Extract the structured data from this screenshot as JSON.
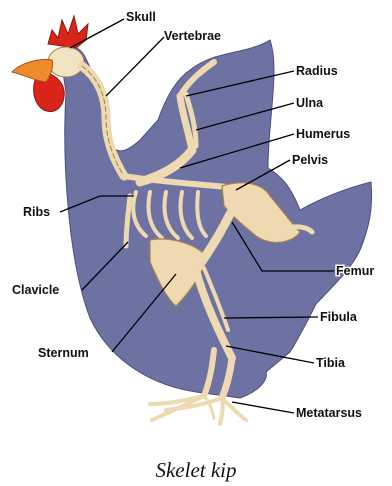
{
  "labels": {
    "skull": "Skull",
    "vertebrae": "Vertebrae",
    "radius": "Radius",
    "ulna": "Ulna",
    "humerus": "Humerus",
    "pelvis": "Pelvis",
    "ribs": "Ribs",
    "femur": "Femur",
    "clavicle": "Clavicle",
    "fibula": "Fibula",
    "sternum": "Sternum",
    "tibia": "Tibia",
    "metatarsus": "Metatarsus"
  },
  "caption": "Skelet kip",
  "colors": {
    "body": "#6d72a3",
    "comb": "#d9241a",
    "beak": "#f08a2c",
    "bone": "#eed9b0"
  }
}
